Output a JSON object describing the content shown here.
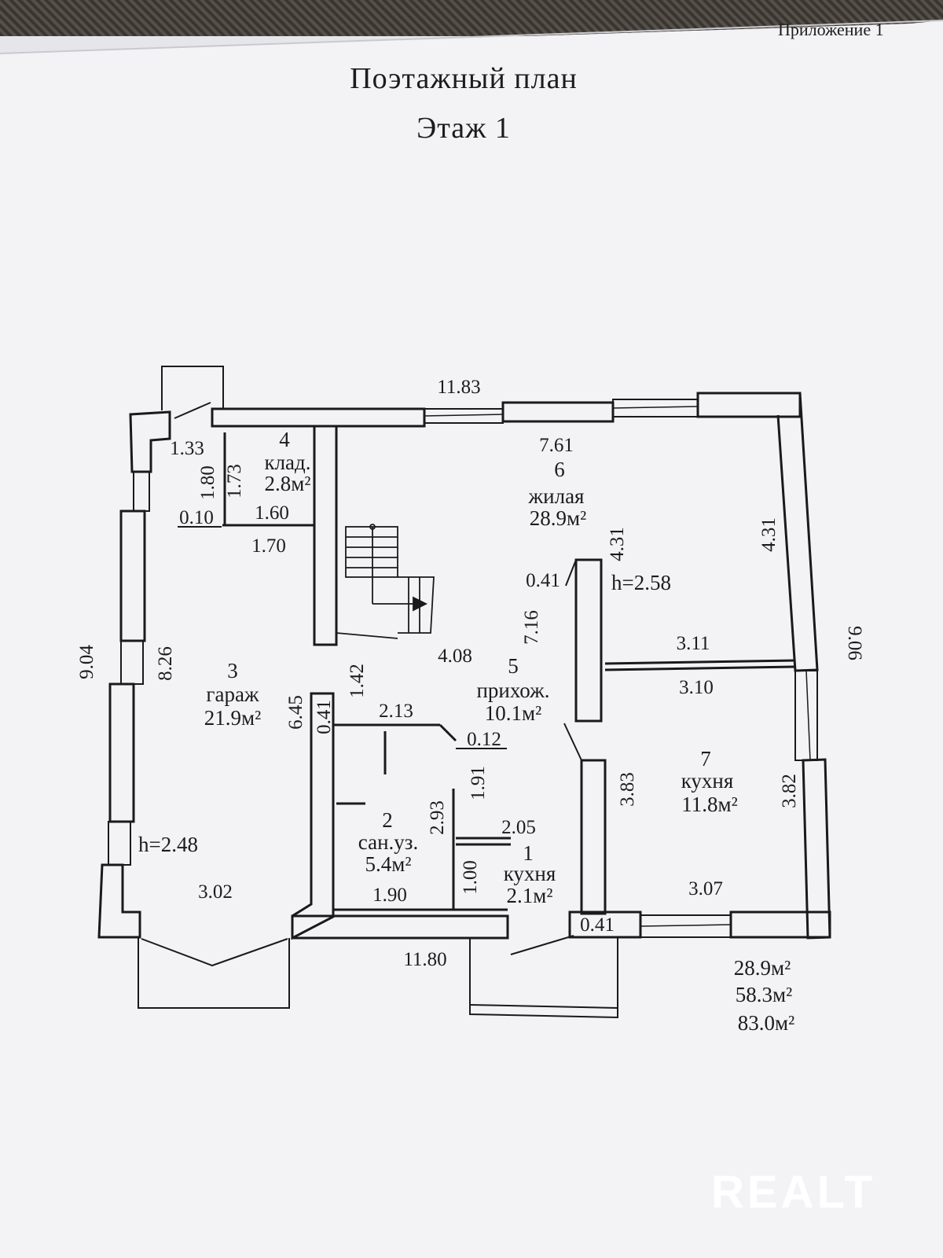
{
  "header": {
    "appendix": "Приложение 1",
    "title": "Поэтажный план",
    "floor": "Этаж 1"
  },
  "rooms": [
    {
      "id": "room-1",
      "number": "1",
      "name": "кухня",
      "area": "2.1м²"
    },
    {
      "id": "room-2",
      "number": "2",
      "name": "сан.уз.",
      "area": "5.4м²"
    },
    {
      "id": "room-3",
      "number": "3",
      "name": "гараж",
      "area": "21.9м²"
    },
    {
      "id": "room-4",
      "number": "4",
      "name": "клад.",
      "area": "2.8м²"
    },
    {
      "id": "room-5",
      "number": "5",
      "name": "прихож.",
      "area": "10.1м²"
    },
    {
      "id": "room-6",
      "number": "6",
      "name": "жилая",
      "area": "28.9м²"
    },
    {
      "id": "room-7",
      "number": "7",
      "name": "кухня",
      "area": "11.8м²"
    }
  ],
  "heights": [
    "h=2.58",
    "h=2.48"
  ],
  "dimensions": {
    "top_overall": "11.83",
    "bottom_overall": "11.80",
    "left_overall": "9.04",
    "right_overall": "9.06",
    "garage_inner_height": "8.26",
    "garage_bottom": "3.02",
    "garage_wall": "6.45",
    "pantry_top": "1.33",
    "pantry_h1": "1.80",
    "pantry_h2": "1.73",
    "pantry_wall": "0.10",
    "pantry_w1": "1.60",
    "pantry_w2": "1.70",
    "living_top": "7.61",
    "living_h_left": "4.31",
    "living_h_right": "4.31",
    "column_w": "0.41",
    "hall_h": "7.16",
    "hall_w": "4.08",
    "hall_diag": "1.42",
    "bath_wall": "0.41",
    "bath_top": "2.13",
    "bath_step": "0.12",
    "bath_h1": "1.91",
    "bath_h2": "2.93",
    "bath_bottom": "1.90",
    "small_kitchen_w": "2.05",
    "small_kitchen_h": "1.00",
    "wall_bottom": "0.41",
    "kitchen_top1": "3.11",
    "kitchen_top2": "3.10",
    "kitchen_h_left": "3.83",
    "kitchen_h_right": "3.82",
    "kitchen_bottom": "3.07"
  },
  "totals": [
    "28.9м²",
    "58.3м²",
    "83.0м²"
  ],
  "watermark": "REALT"
}
